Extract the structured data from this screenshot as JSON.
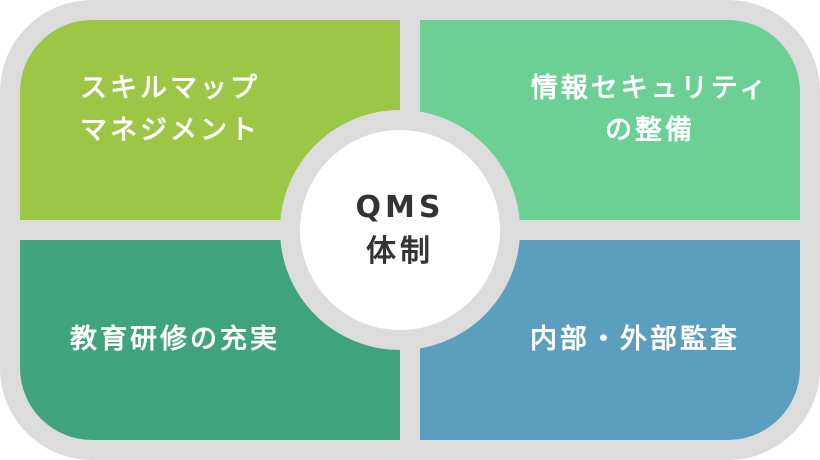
{
  "colors": {
    "frame": "#dcdcdc",
    "skill": "#9bc646",
    "security": "#6ccf94",
    "education": "#3fa47e",
    "audit": "#5c9ebd",
    "center_text": "#333333"
  },
  "center": {
    "label": "QMS\n体制"
  },
  "quadrants": {
    "top_left": {
      "label": "スキルマップ\nマネジメント"
    },
    "top_right": {
      "label": "情報セキュリティ\nの整備"
    },
    "bottom_left": {
      "label": "教育研修の充実"
    },
    "bottom_right": {
      "label": "内部・外部監査"
    }
  }
}
